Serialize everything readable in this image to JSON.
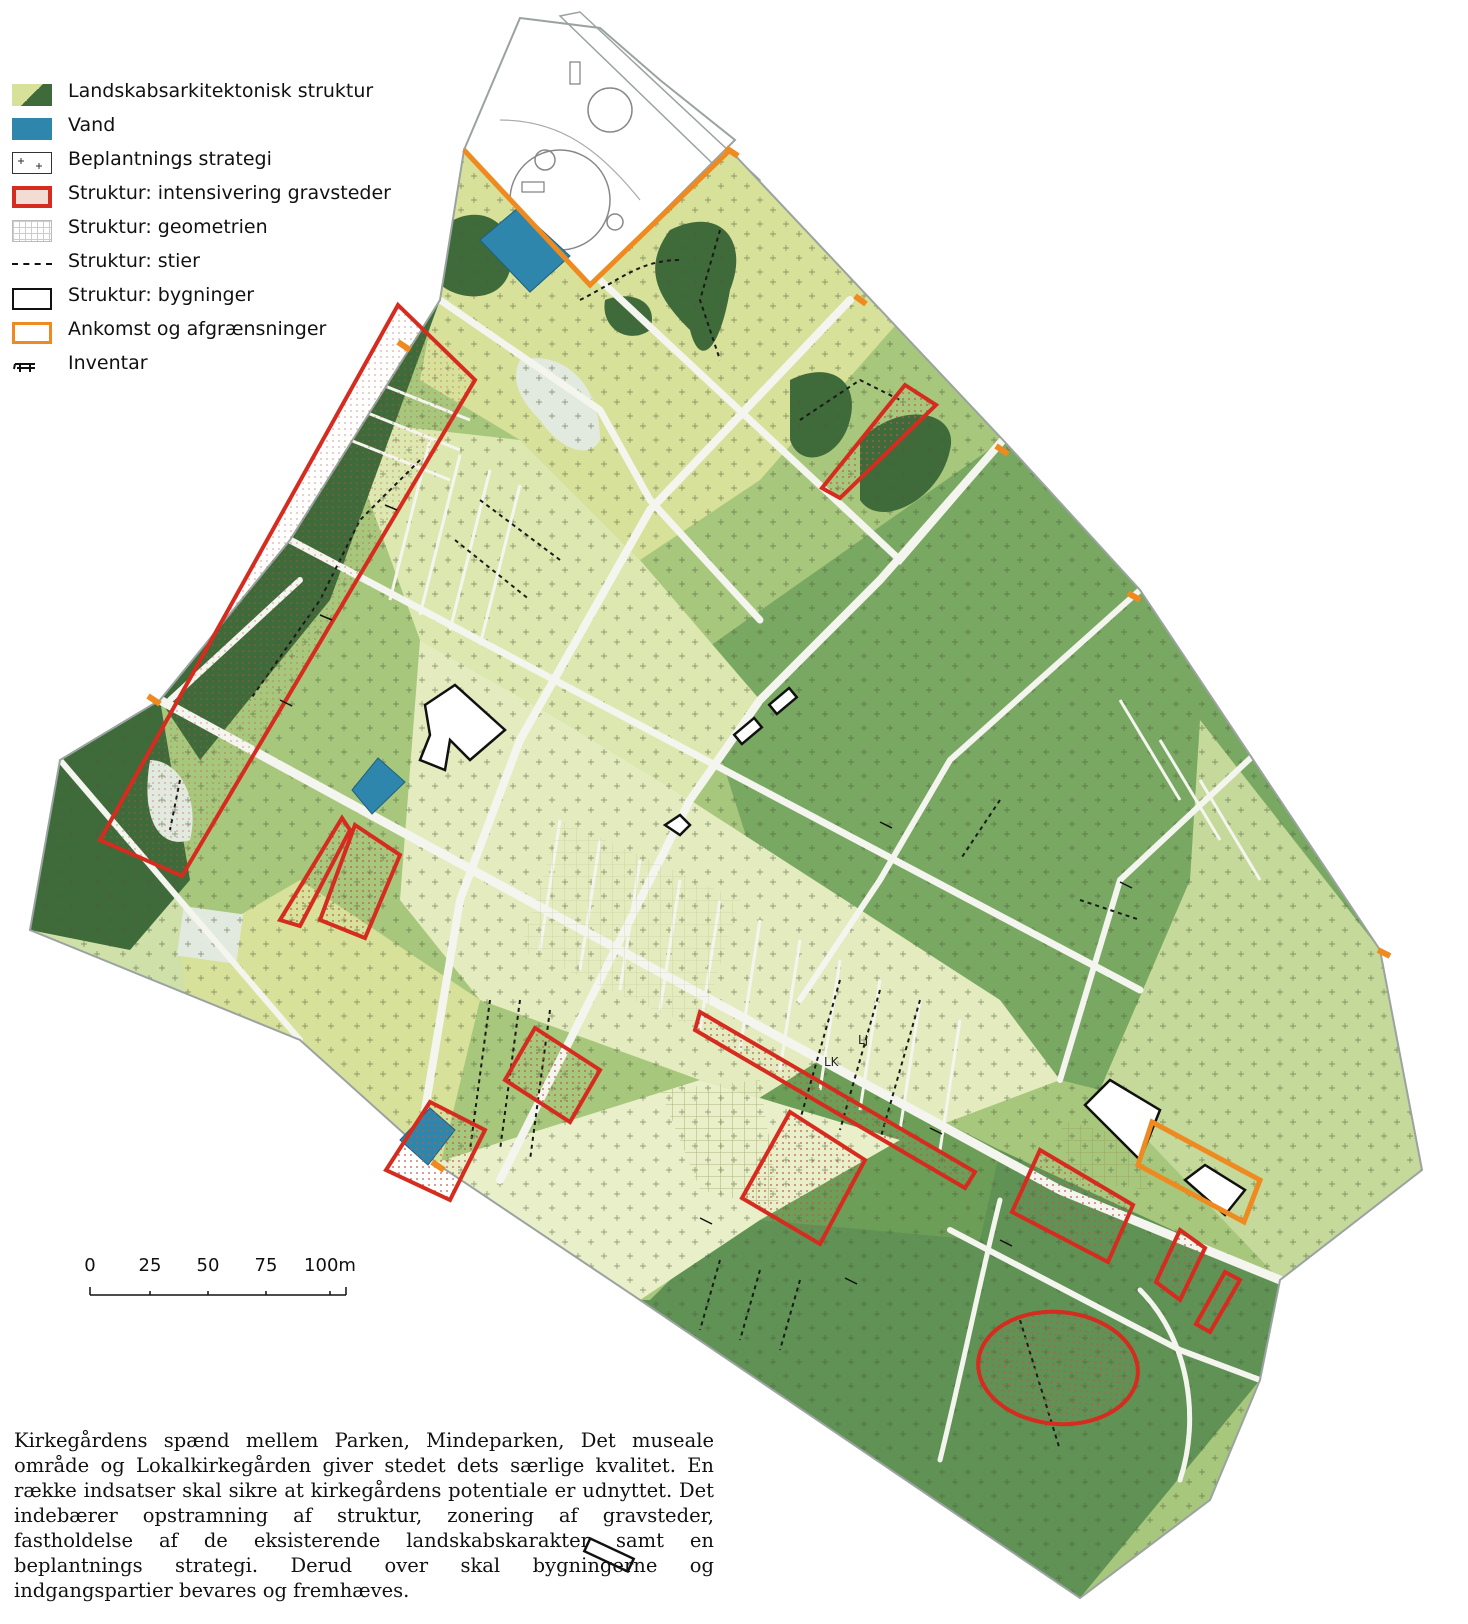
{
  "legend": {
    "items": [
      {
        "label": "Landskabsarkitektonisk struktur",
        "symbol": "landscape-swatch"
      },
      {
        "label": "Vand",
        "symbol": "water-swatch"
      },
      {
        "label": "Beplantnings strategi",
        "symbol": "planting-swatch"
      },
      {
        "label": "Struktur: intensivering gravsteder",
        "symbol": "intensification-swatch"
      },
      {
        "label": "Struktur: geometrien",
        "symbol": "geometry-swatch"
      },
      {
        "label": "Struktur: stier",
        "symbol": "paths-swatch"
      },
      {
        "label": "Struktur: bygninger",
        "symbol": "buildings-swatch"
      },
      {
        "label": "Ankomst og afgrænsninger",
        "symbol": "arrival-swatch"
      },
      {
        "label": "Inventar",
        "symbol": "bench-icon"
      }
    ]
  },
  "scale": {
    "ticks": [
      "0",
      "25",
      "50",
      "75",
      "100m"
    ]
  },
  "map": {
    "labels": {
      "lk": "LK",
      "lj": "LJ"
    }
  },
  "colors": {
    "dark_green": "#3f6b3a",
    "mid_green": "#6d9e57",
    "light_green": "#a7c77c",
    "pale_yellow": "#d8e19a",
    "very_pale": "#e9efc9",
    "water": "#2f86ad",
    "red": "#d62b1f",
    "orange": "#ef8a20",
    "path": "#f4f5ee"
  },
  "caption": "Kirkegårdens spænd mellem Parken, Mindeparken, Det museale område og Lokalkirkegården giver stedet dets særlige kvalitet. En række indsatser skal sikre at kirkegårdens potentiale er udnyttet. Det indebærer opstramning af struktur,  zonering af gravsteder, fastholdelse af de eksisterende landskabskarakter samt en beplantnings strategi. Derud over skal bygningerne og indgangspartier bevares og fremhæves."
}
